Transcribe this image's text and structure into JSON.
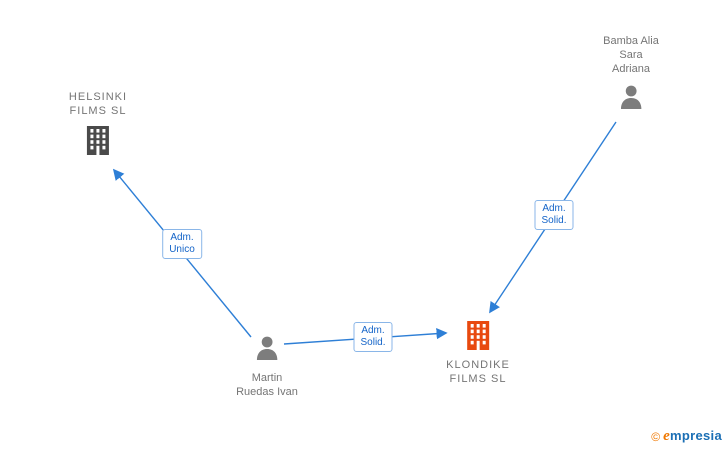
{
  "diagram": {
    "nodes": [
      {
        "id": "helsinki",
        "type": "company",
        "label": "HELSINKI\nFILMS SL"
      },
      {
        "id": "bamba",
        "type": "person",
        "label": "Bamba Alia\nSara\nAdriana"
      },
      {
        "id": "martin",
        "type": "person",
        "label": "Martin\nRuedas Ivan"
      },
      {
        "id": "klondike",
        "type": "company",
        "label": "KLONDIKE\nFILMS SL"
      }
    ],
    "edges": [
      {
        "from": "martin",
        "to": "helsinki",
        "label": "Adm.\nUnico"
      },
      {
        "from": "martin",
        "to": "klondike",
        "label": "Adm.\nSolid."
      },
      {
        "from": "bamba",
        "to": "klondike",
        "label": "Adm.\nSolid."
      }
    ]
  },
  "footer": {
    "copyright": "©",
    "brand_initial": "e",
    "brand_rest": "mpresia"
  },
  "colors": {
    "arrow": "#2e7fd6",
    "edge_label_text": "#1464c8",
    "edge_label_border": "#8ab6e8",
    "node_label_text": "#757575",
    "person_icon": "#7d7d7d",
    "company_icon_default": "#4a4a4a",
    "company_icon_highlight": "#e8490f",
    "brand_orange": "#f07800",
    "brand_blue": "#1b6fb5"
  }
}
